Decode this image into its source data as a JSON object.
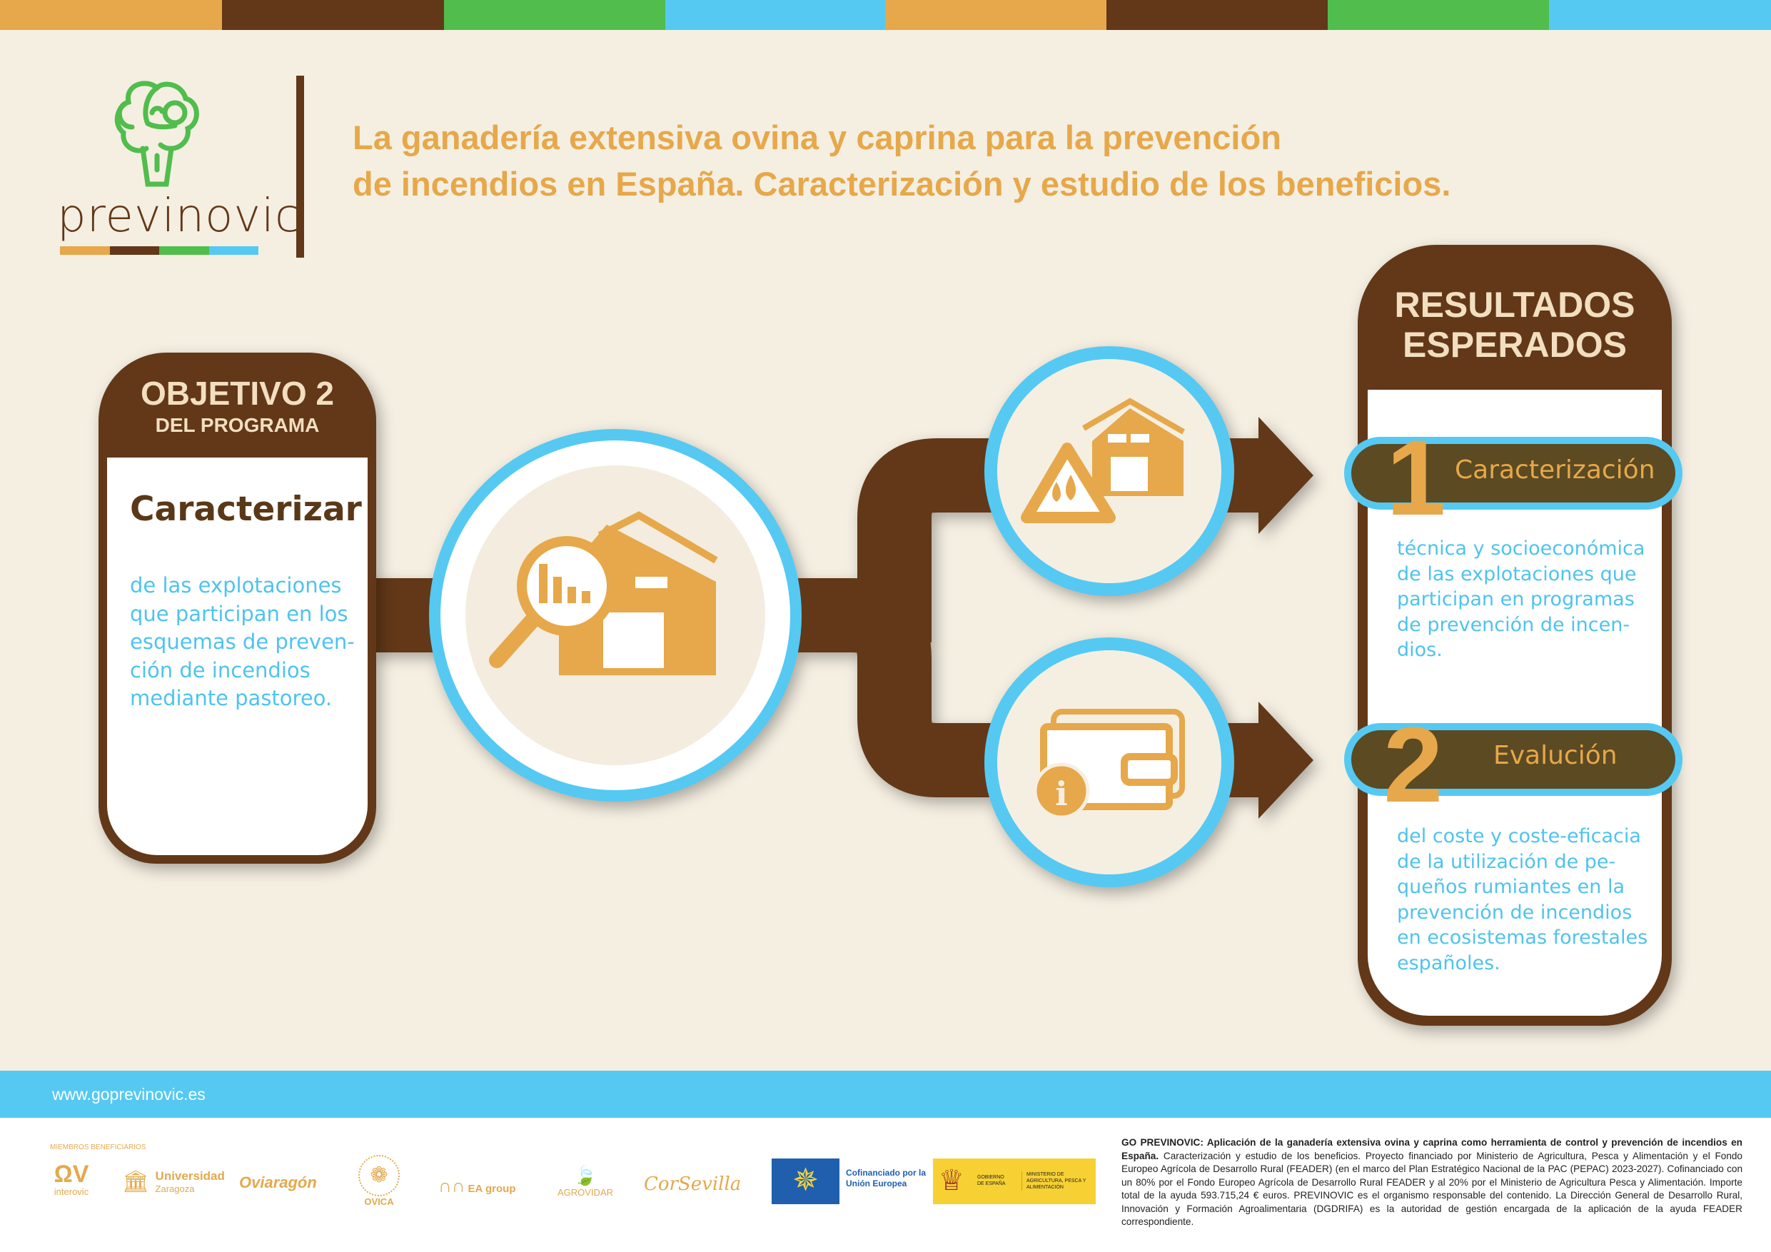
{
  "colors": {
    "orange": "#e6a84a",
    "brown": "#623818",
    "green": "#50bd4c",
    "blue": "#55c9f2",
    "background": "#f5efe2"
  },
  "logo": {
    "name": "previnovic",
    "icon": "tree-icon"
  },
  "title": {
    "line1": "La ganadería extensiva ovina y caprina para la prevención",
    "line2": "de incendios en España. Caracterización y estudio de los beneficios."
  },
  "objective": {
    "heading": "OBJETIVO 2",
    "subheading": "DEL PROGRAMA",
    "title": "Caracterizar",
    "body": "de las explotaciones\nque participan en los\nesquemas de preven-\nción de incendios\nmediante pastoreo."
  },
  "flow_icons": [
    "farm-analysis-icon",
    "fire-hazard-farm-icon",
    "wallet-info-icon"
  ],
  "results": {
    "heading_line1": "RESULTADOS",
    "heading_line2": "ESPERADOS",
    "items": [
      {
        "number": "1",
        "label": "Caracterización",
        "body": "técnica y socioeconómica\nde las explotaciones que\nparticipan en programas\nde prevención de incen-\ndios."
      },
      {
        "number": "2",
        "label": "Evalución",
        "body": "del coste y coste-eficacia\nde la utilización de pe-\nqueños rumiantes en la\nprevención de incendios\nen ecosistemas forestales\nespañoles."
      }
    ]
  },
  "footer": {
    "website": "www.goprevinovic.es",
    "members_label": "MIEMBROS BENEFICIARIOS",
    "members": [
      "interovic",
      "Universidad",
      "Zaragoza",
      "Oviaragón",
      "OVICA",
      "EA group",
      "AGROVIDAR",
      "CorSevilla"
    ],
    "eu_label": "Cofinanciado por la Unión Europea",
    "gov_label": "GOBIERNO DE ESPAÑA",
    "ministry_label": "MINISTERIO DE AGRICULTURA, PESCA Y ALIMENTACIÓN",
    "disclaimer_bold": "GO PREVINOVIC: Aplicación de la ganadería extensiva ovina y caprina como herramienta de control y prevención de incendios en España.",
    "disclaimer": " Caracterización y estudio de los beneficios. Proyecto financiado por Ministerio de Agricultura, Pesca y Alimentación y el Fondo Europeo Agrícola de Desarrollo Rural (FEADER) (en el marco del Plan Estratégico Nacional de la PAC (PEPAC) 2023-2027). Cofinanciado con un 80% por el Fondo Europeo Agrícola de Desarrollo Rural FEADER y al 20% por el Ministerio de Agricultura Pesca y Alimentación. Importe total de la ayuda 593.715,24 € euros. PREVINOVIC es el organismo responsable del contenido. La Dirección General de Desarrollo Rural, Innovación y Formación Agroalimentaria (DGDRIFA) es la autoridad de gestión encargada de la aplicación de la ayuda FEADER correspondiente."
  }
}
